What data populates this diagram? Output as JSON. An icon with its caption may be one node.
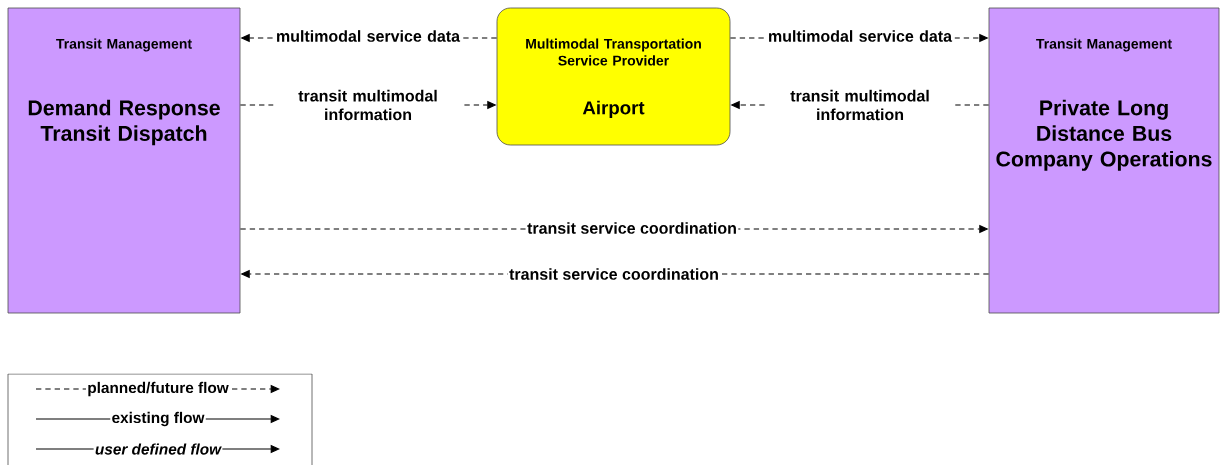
{
  "diagram": {
    "nodes": [
      {
        "text": [
          "Transit Management",
          "Demand Response Transit Dispatch"
        ]
      },
      {
        "text": [
          "Multimodal Transportation Service Provider",
          "Airport"
        ]
      },
      {
        "text": [
          "Transit Management",
          "Private Long Distance Bus Company Operations"
        ]
      }
    ],
    "edges": [
      {
        "from": 1,
        "to": 0,
        "arrow": "to",
        "label": "multimodal service data",
        "style": "dashed"
      },
      {
        "from": 0,
        "to": 1,
        "arrow": "to",
        "label": "transit multimodal information",
        "style": "dashed"
      },
      {
        "from": 1,
        "to": 2,
        "arrow": "to",
        "label": "multimodal service data",
        "style": "dashed"
      },
      {
        "from": 2,
        "to": 1,
        "arrow": "to",
        "label": "transit multimodal information",
        "style": "dashed"
      },
      {
        "from": 0,
        "to": 2,
        "arrow": "to",
        "label": "transit service coordination",
        "style": "dashed"
      },
      {
        "from": 2,
        "to": 0,
        "arrow": "to",
        "label": "transit service coordination",
        "style": "dashed"
      }
    ],
    "legend": [
      {
        "text": "planned/future flow"
      },
      {
        "text": "existing flow"
      },
      {
        "text": "user defined flow"
      }
    ]
  }
}
